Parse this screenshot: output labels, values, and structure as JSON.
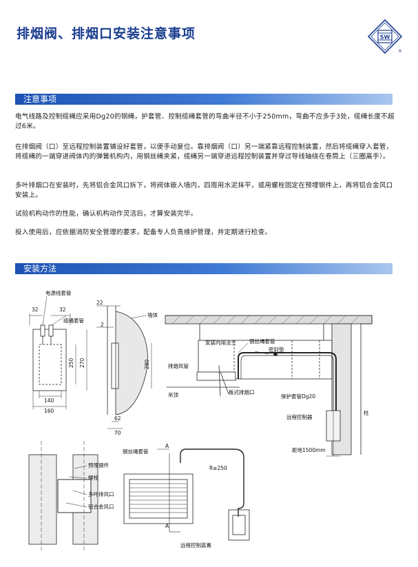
{
  "title": "排烟阀、排烟口安装注意事项",
  "logo": {
    "text": "SW",
    "mark": "®"
  },
  "notes": {
    "heading": "注意事项",
    "p1": "电气线路及控制缆绳应采用Dg20的钢绳，护套管、控制缆绳套管的弯曲半径不小于250mm，弯曲不应多于3处，缆绳长度不超过6米。",
    "p2": "在排烟阀（口）至远程控制装置铺设好套管，以便手动复位。靠排烟阀（口）另一端紧靠远程控制装置，然后将缆绳穿入套管，将缆绳的一端穿进阀体内的弹簧机构内，用钢丝绳夹紧，缆绳另一端穿进远程控制装置并穿过导线轴绕在卷筒上（三圈离手）。",
    "p3": "多叶排烟口在安装时，先将铝合金风口拆下，将阀体嵌入墙内，四周用水泥抹平，或用螺栓固定在预埋钢件上，再将铝合金风口安装上。",
    "p4": "试验机构动作的性能，确认机构动作灵活后，才算安装完毕。",
    "p5": "投入使用后，应依据消防安全管理的要求，配备专人负责维护管理，并定期进行检查。"
  },
  "install": {
    "heading": "安装方法",
    "fig1": {
      "power_sleeve": "电源线套管",
      "rope_sleeve": "缆绳套管",
      "dims": {
        "d32a": "32",
        "d32b": "32",
        "d250": "250",
        "d270": "270",
        "d140": "140",
        "d160": "160"
      }
    },
    "fig2": {
      "wall": "墙体",
      "dims": {
        "d22": "22",
        "d2": "2",
        "d280": "280",
        "d62": "62",
        "d70": "70"
      }
    },
    "fig3": {
      "flange": "安装内用法兰",
      "wire_sleeve": "钢丝绳套管",
      "seal": "密封垫",
      "exhaust_duct": "排烟风管",
      "ceiling": "吊顶",
      "plate_outlet": "板式排烟口",
      "protect_sleeve": "保护套管Dg20",
      "remote": "远程控制器",
      "column": "柱",
      "height": "距地1500mm"
    },
    "fig4": {
      "embed_steel": "预埋钢件",
      "bolt": "螺栓",
      "multi_outlet": "多叶排风口",
      "alu_outlet": "铝合金风口"
    },
    "fig5": {
      "wire_sleeve": "钢丝绳套管",
      "section_a": "A",
      "radius": "R≥250",
      "remote_device": "远程控制装置"
    }
  }
}
